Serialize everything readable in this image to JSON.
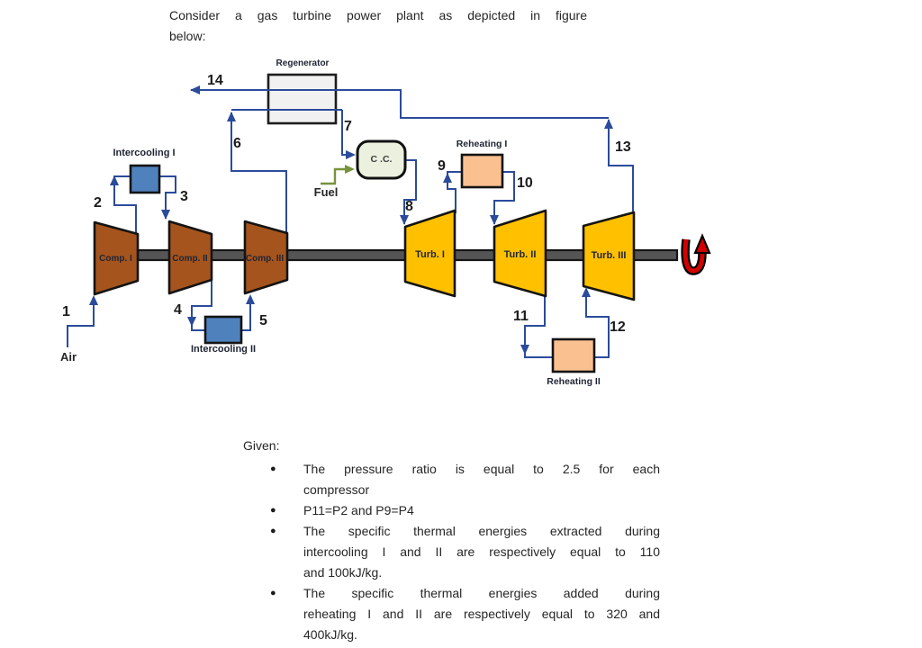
{
  "intro": {
    "line1": "Consider a gas turbine power plant as depicted in figure",
    "line2": "below:"
  },
  "diagram": {
    "components": {
      "regenerator": "Regenerator",
      "intercooling_1": "Intercooling I",
      "intercooling_2": "Intercooling II",
      "reheating_1": "Reheating I",
      "reheating_2": "Reheating II",
      "combustion_chamber": "C .C.",
      "compressor_1": "Comp. I",
      "compressor_2": "Comp. II",
      "compressor_3": "Comp. III",
      "turbine_1": "Turb. I",
      "turbine_2": "Turb. II",
      "turbine_3": "Turb. III"
    },
    "labels": {
      "fuel": "Fuel",
      "air": "Air"
    },
    "state_points": {
      "n1": "1",
      "n2": "2",
      "n3": "3",
      "n4": "4",
      "n5": "5",
      "n6": "6",
      "n7": "7",
      "n8": "8",
      "n9": "9",
      "n10": "10",
      "n11": "11",
      "n12": "12",
      "n13": "13",
      "n14": "14"
    },
    "colors": {
      "pipe": "#2B4B9B",
      "fuel_line": "#77933C",
      "compressor": "#A5541D",
      "turbine": "#FFC000",
      "intercooler": "#4F81BD",
      "reheater": "#FAC090",
      "regenerator": "#F1F1F1",
      "combustion_chamber": "#EBF1DE",
      "shaft": "#555555",
      "work_arrow": "#D40000"
    }
  },
  "given": {
    "label": "Given:",
    "bullets": [
      {
        "lines": [
          "The pressure ratio is equal to 2.5 for each",
          "compressor"
        ]
      },
      {
        "lines": [
          "P11=P2 and P9=P4"
        ]
      },
      {
        "lines": [
          "The specific thermal energies extracted during",
          "intercooling I and II are respectively equal to 110",
          "and 100kJ/kg."
        ]
      },
      {
        "lines": [
          "The specific thermal energies added during",
          "reheating I and II are respectively equal to 320 and",
          "400kJ/kg."
        ]
      }
    ]
  }
}
